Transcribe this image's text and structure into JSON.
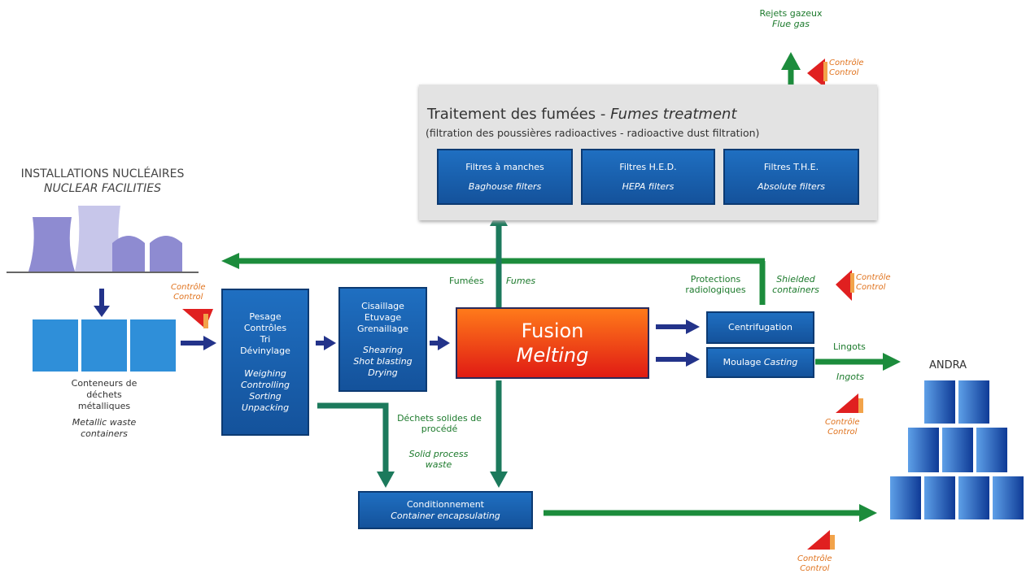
{
  "flue_gas": {
    "fr": "Rejets gazeux",
    "en": "Flue gas"
  },
  "fumes_treatment": {
    "title_fr": "Traitement des fumées - ",
    "title_en": "Fumes treatment",
    "subtitle": "(filtration des poussières radioactives - radioactive dust filtration)",
    "filters": [
      {
        "fr": "Filtres à manches",
        "en": "Baghouse filters"
      },
      {
        "fr": "Filtres H.E.D.",
        "en": "HEPA filters"
      },
      {
        "fr": "Filtres T.H.E.",
        "en": "Absolute filters"
      }
    ]
  },
  "nuclear": {
    "fr": "INSTALLATIONS NUCLÉAIRES",
    "en": "NUCLEAR FACILITIES"
  },
  "containers": {
    "fr": "Conteneurs de déchets métalliques",
    "en": "Metallic waste containers"
  },
  "control": {
    "fr": "Contrôle",
    "en": "Control"
  },
  "weighing": {
    "fr": [
      "Pesage",
      "Contrôles",
      "Tri",
      "Dévinylage"
    ],
    "en": [
      "Weighing",
      "Controlling",
      "Sorting",
      "Unpacking"
    ]
  },
  "shearing": {
    "fr": [
      "Cisaillage",
      "Etuvage",
      "Grenaillage"
    ],
    "en": [
      "Shearing",
      "Shot blasting",
      "Drying"
    ]
  },
  "melting": {
    "fr": "Fusion",
    "en": "Melting"
  },
  "fumes_label": {
    "fr": "Fumées",
    "en": "Fumes"
  },
  "protection": {
    "fr": "Protections radiologiques",
    "en": "Shielded containers"
  },
  "centrifugation": "Centrifugation",
  "casting": {
    "fr": "Moulage",
    "en": "Casting"
  },
  "ingots": {
    "fr": "Lingots",
    "en": "Ingots"
  },
  "andra": "ANDRA",
  "solid_waste": {
    "fr": "Déchets solides de procédé",
    "en": "Solid process waste"
  },
  "conditioning": {
    "fr": "Conditionnement",
    "en": "Container encapsulating"
  },
  "colors": {
    "green": "#1c8c3c",
    "navy": "#23338a",
    "blue": "#1a62b3",
    "melt": "#e63a1c"
  }
}
